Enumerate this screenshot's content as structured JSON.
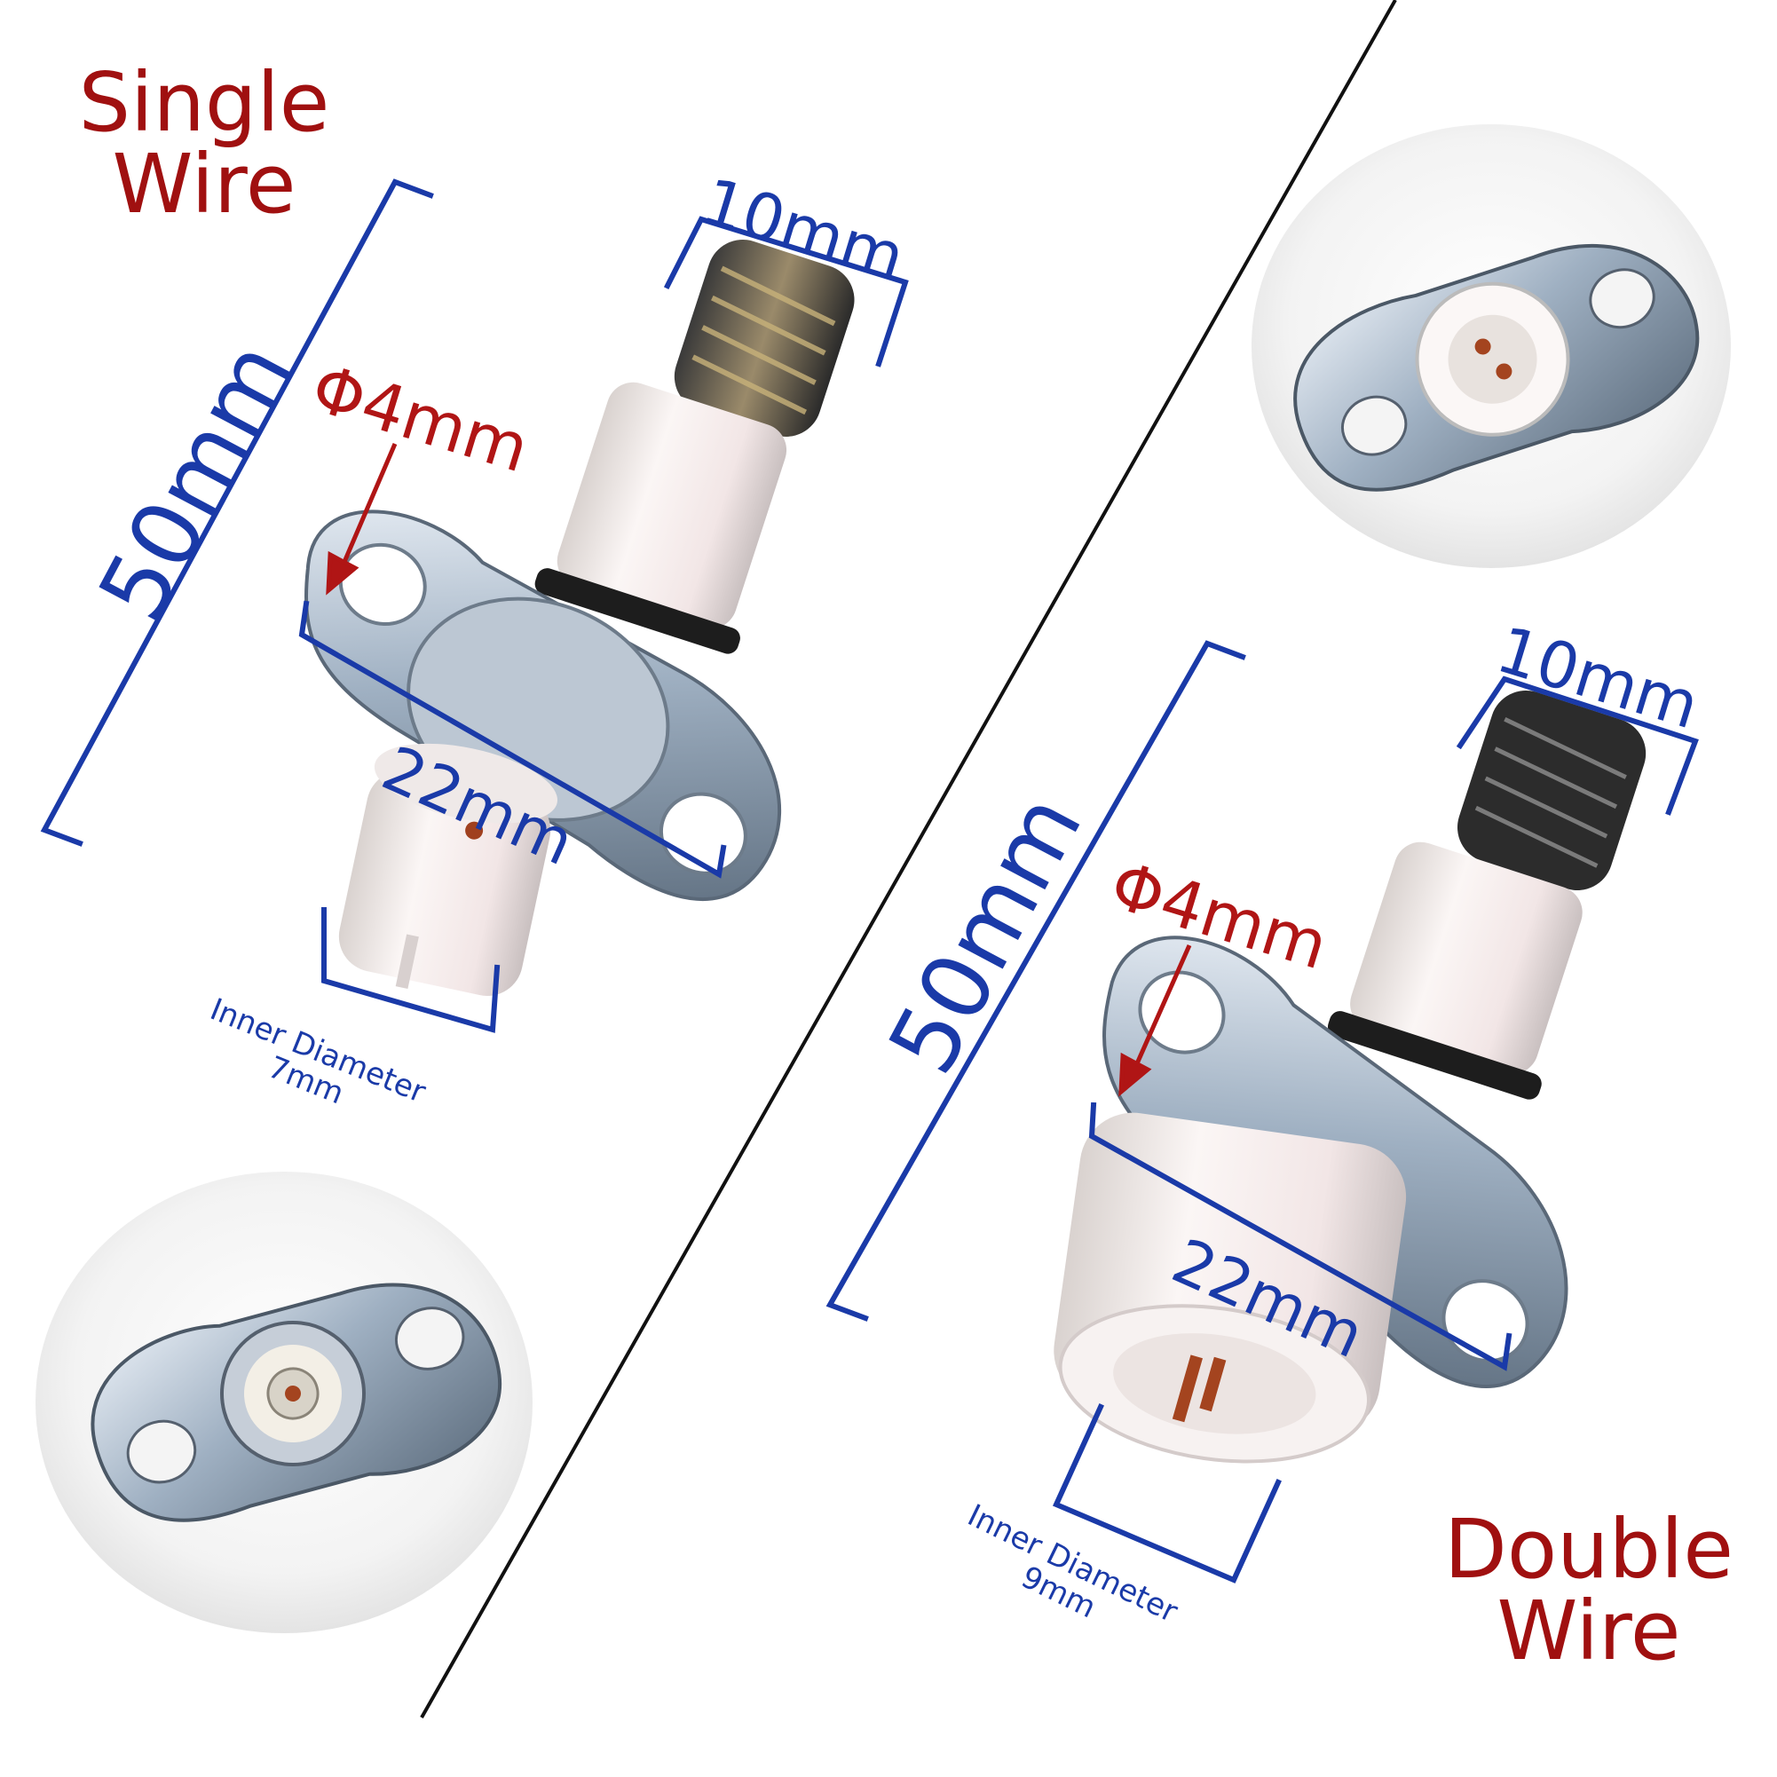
{
  "left_product": {
    "title_line1": "Single",
    "title_line2": "Wire",
    "length": "50mm",
    "tip_width": "10mm",
    "hole": "Φ4mm",
    "flange_width": "22mm",
    "inner_line1": "Inner Diameter",
    "inner_line2": "7mm"
  },
  "right_product": {
    "title_line1": "Double",
    "title_line2": "Wire",
    "length": "50mm",
    "tip_width": "10mm",
    "hole": "Φ4mm",
    "flange_width": "22mm",
    "inner_line1": "Inner Diameter",
    "inner_line2": "9mm"
  },
  "colors": {
    "dimension": "#1a3aa8",
    "title": "#a01010",
    "arrow": "#b01515",
    "divider": "#111111"
  }
}
